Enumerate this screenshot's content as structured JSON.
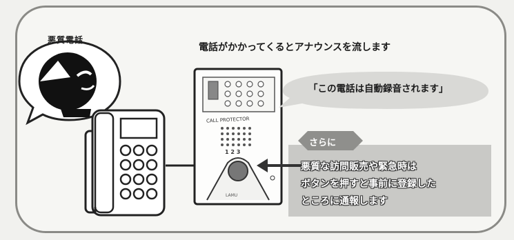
{
  "labels": {
    "bad_call": "悪質電話",
    "headline": "電話がかかってくるとアナウンスを流します",
    "announcement": "「この電話は自動録音されます」",
    "badge": "さらに",
    "desc_line1": "悪質な訪問販売や緊急時は",
    "desc_line2": "ボタンを押すと事前に登録した",
    "desc_line3": "ところに通報します",
    "device_display": "CALL PROTECTOR",
    "device_number": "1 2 3",
    "brand": "LAMU"
  },
  "colors": {
    "frame": "#8a8a86",
    "bubble": "#d9d9d6",
    "badge": "#8f8f8c",
    "panel": "#c9c9c6",
    "ink": "#1a1a1a"
  },
  "icons": [
    "speech-bubble-icon",
    "caller-silhouette-icon",
    "telephone-icon",
    "recording-device-icon",
    "arrow-left-icon"
  ]
}
